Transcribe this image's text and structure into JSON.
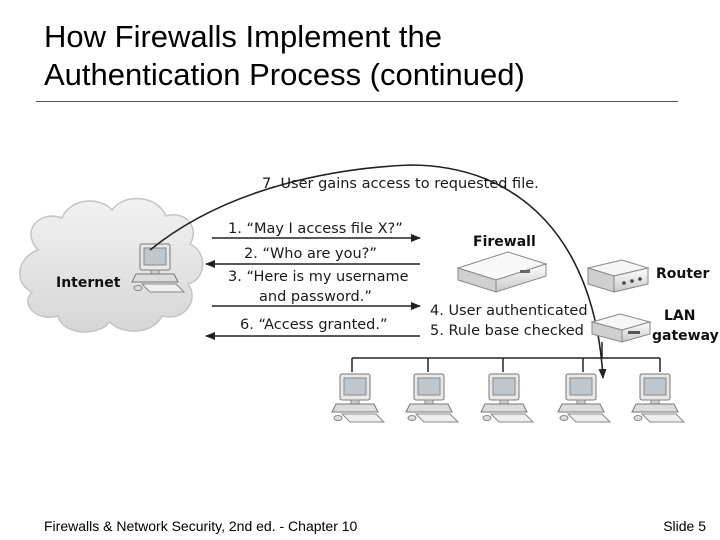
{
  "slide": {
    "title_line1": "How Firewalls Implement the",
    "title_line2": "Authentication Process (continued)",
    "footer_left": "Firewalls & Network Security, 2nd ed. - Chapter 10",
    "footer_right": "Slide 5"
  },
  "diagram": {
    "step7": "7. User gains access to requested file.",
    "step1": "1. “May I access file X?”",
    "step2": "2. “Who are you?”",
    "step3_line1": "3. “Here is my username",
    "step3_line2": "and password.”",
    "step6": "6. “Access granted.”",
    "step4": "4. User authenticated",
    "step5": "5. Rule base checked",
    "internet": "Internet",
    "firewall": "Firewall",
    "router": "Router",
    "lan_line1": "LAN",
    "lan_line2": "gateway"
  }
}
